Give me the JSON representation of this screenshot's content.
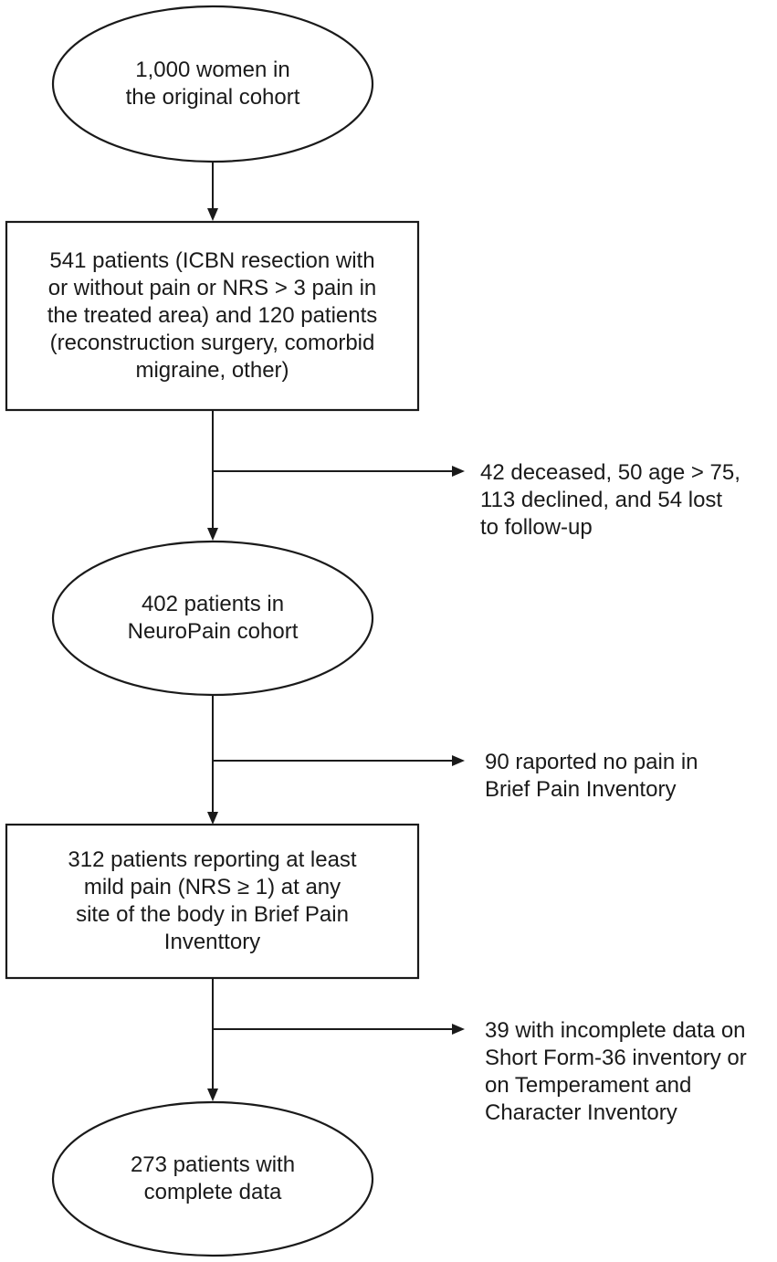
{
  "nodes": {
    "original_cohort": "1,000 women in\nthe original cohort",
    "eligible_patients": "541 patients (ICBN resection with\nor without pain or NRS > 3 pain in\nthe treated area) and 120 patients\n(reconstruction surgery, comorbid\nmigraine, other)",
    "neuropain_cohort": "402 patients in\nNeuroPain cohort",
    "reporting_pain": "312 patients reporting at least\nmild pain (NRS ≥ 1) at any\nsite of the body in Brief Pain\nInventtory",
    "complete_data": "273 patients with\ncomplete data"
  },
  "exclusions": {
    "first": "42 deceased, 50 age > 75,\n113 declined, and 54 lost\nto follow-up",
    "second": "90 raported no pain in\nBrief Pain Inventory",
    "third": "39 with incomplete data on\nShort Form-36 inventory or\non Temperament and\nCharacter Inventory"
  }
}
